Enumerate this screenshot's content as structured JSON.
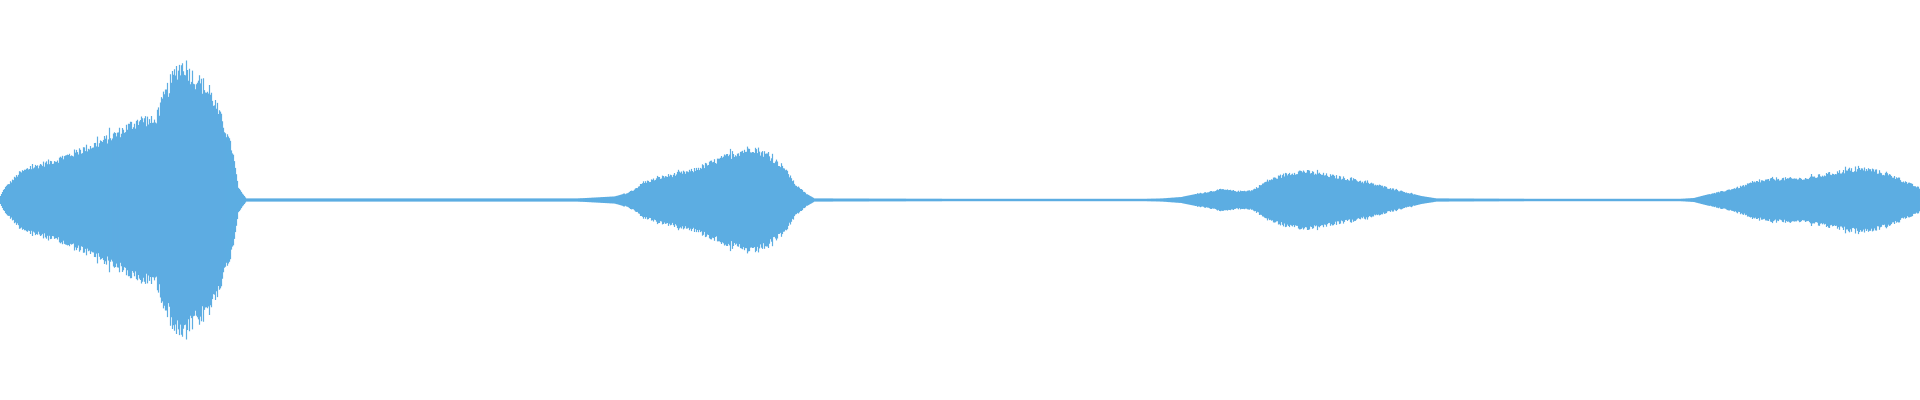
{
  "waveform": {
    "color": "#5dade2",
    "background": "#ffffff",
    "duration_fraction_note_omitted": null,
    "envelope": [
      [
        0.0,
        0.02
      ],
      [
        0.002,
        0.06
      ],
      [
        0.006,
        0.1
      ],
      [
        0.01,
        0.14
      ],
      [
        0.014,
        0.16
      ],
      [
        0.02,
        0.18
      ],
      [
        0.03,
        0.21
      ],
      [
        0.04,
        0.25
      ],
      [
        0.05,
        0.29
      ],
      [
        0.06,
        0.34
      ],
      [
        0.07,
        0.4
      ],
      [
        0.075,
        0.42
      ],
      [
        0.08,
        0.4
      ],
      [
        0.086,
        0.55
      ],
      [
        0.092,
        0.68
      ],
      [
        0.096,
        0.7
      ],
      [
        0.1,
        0.64
      ],
      [
        0.106,
        0.59
      ],
      [
        0.111,
        0.52
      ],
      [
        0.115,
        0.42
      ],
      [
        0.118,
        0.34
      ],
      [
        0.121,
        0.25
      ],
      [
        0.124,
        0.06
      ],
      [
        0.128,
        0.008
      ],
      [
        0.2,
        0.008
      ],
      [
        0.3,
        0.008
      ],
      [
        0.305,
        0.01
      ],
      [
        0.32,
        0.018
      ],
      [
        0.328,
        0.04
      ],
      [
        0.335,
        0.09
      ],
      [
        0.345,
        0.12
      ],
      [
        0.36,
        0.15
      ],
      [
        0.372,
        0.2
      ],
      [
        0.385,
        0.25
      ],
      [
        0.392,
        0.27
      ],
      [
        0.4,
        0.23
      ],
      [
        0.408,
        0.17
      ],
      [
        0.414,
        0.08
      ],
      [
        0.42,
        0.03
      ],
      [
        0.424,
        0.008
      ],
      [
        0.5,
        0.006
      ],
      [
        0.596,
        0.006
      ],
      [
        0.605,
        0.008
      ],
      [
        0.615,
        0.015
      ],
      [
        0.625,
        0.035
      ],
      [
        0.636,
        0.055
      ],
      [
        0.645,
        0.045
      ],
      [
        0.652,
        0.05
      ],
      [
        0.66,
        0.1
      ],
      [
        0.67,
        0.135
      ],
      [
        0.678,
        0.15
      ],
      [
        0.69,
        0.13
      ],
      [
        0.705,
        0.105
      ],
      [
        0.718,
        0.075
      ],
      [
        0.73,
        0.045
      ],
      [
        0.74,
        0.02
      ],
      [
        0.748,
        0.008
      ],
      [
        0.8,
        0.006
      ],
      [
        0.875,
        0.006
      ],
      [
        0.882,
        0.01
      ],
      [
        0.888,
        0.025
      ],
      [
        0.895,
        0.04
      ],
      [
        0.905,
        0.065
      ],
      [
        0.915,
        0.095
      ],
      [
        0.925,
        0.11
      ],
      [
        0.94,
        0.11
      ],
      [
        0.95,
        0.13
      ],
      [
        0.96,
        0.15
      ],
      [
        0.97,
        0.16
      ],
      [
        0.975,
        0.155
      ],
      [
        0.985,
        0.125
      ],
      [
        0.993,
        0.09
      ],
      [
        1.0,
        0.06
      ]
    ]
  }
}
